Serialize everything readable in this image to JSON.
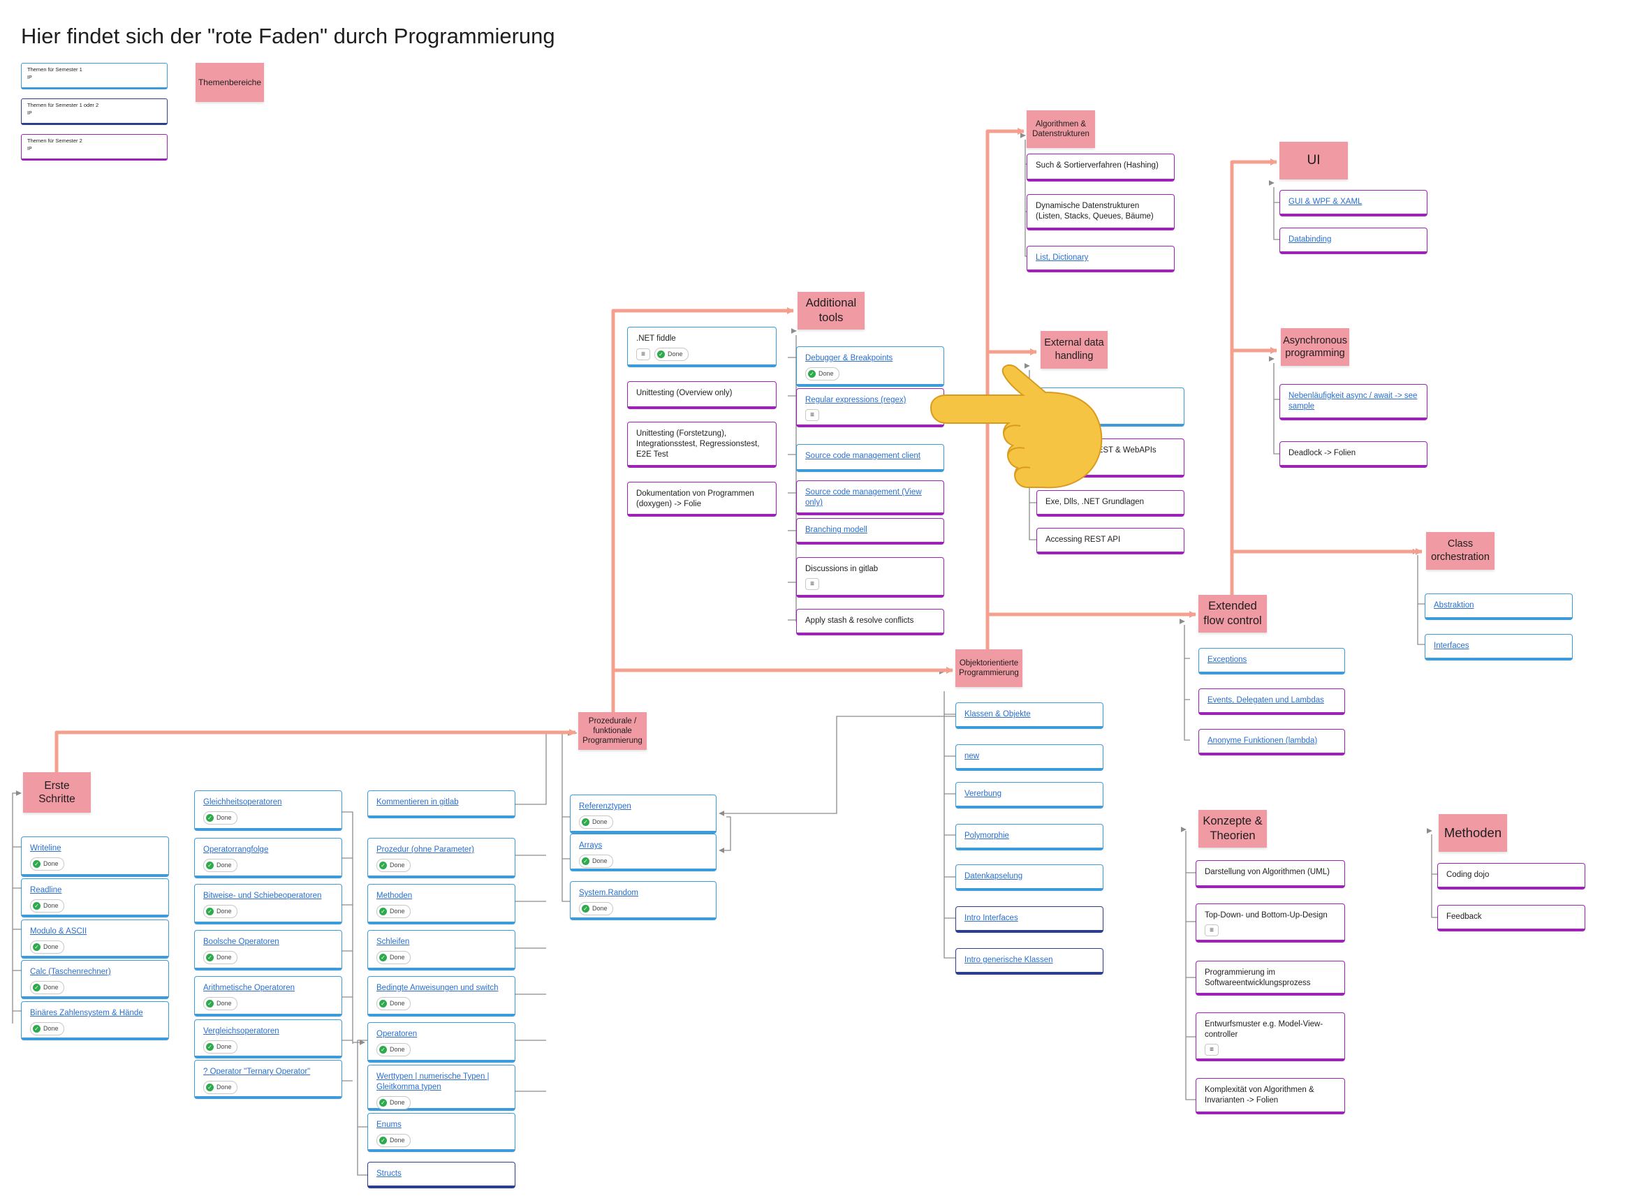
{
  "title": "Hier findet sich der \"rote Faden\" durch Programmierung",
  "legend": {
    "items": [
      {
        "label": "Themen für Semester 1",
        "sub": "IP"
      },
      {
        "label": "Themen für Semester 1 oder 2",
        "sub": "IP"
      },
      {
        "label": "Themen für Semester 2",
        "sub": "IP"
      }
    ],
    "sticky": "Themenbereiche"
  },
  "colors": {
    "sticky": "#f09aa3",
    "flow": "#f4a08f",
    "connector": "#8c8c8c",
    "semester1": "#3d9bd9",
    "semester1or2": "#2e3e8f",
    "semester2": "#9b23b5"
  },
  "status_done": "Done",
  "stickies": {
    "erste": "Erste Schritte",
    "prozedural": "Prozedurale / funktionale Programmierung",
    "tools": "Additional tools",
    "algo": "Algorithmen & Datenstrukturen",
    "external": "External data handling",
    "oop": "Objektorientierte Programmierung",
    "ui": "UI",
    "async": "Asynchronous programming",
    "extended": "Extended flow control",
    "class": "Class orchestration",
    "konzepte": "Konzepte & Theorien",
    "methoden": "Methoden"
  },
  "cards": {
    "writeline": "Writeline",
    "readline": "Readline",
    "modulo": "Modulo & ASCII",
    "calc": "Calc (Taschenrechner)",
    "binaer": "Binäres Zahlensystem & Hände",
    "gleich": "Gleichheitsoperatoren",
    "opfolge": "Operatorrangfolge",
    "bitweise": "Bitweise- und Schiebeoperatoren",
    "boolsche": "Boolsche Operatoren",
    "arith": "Arithmetische Operatoren",
    "vergleich": "Vergleichsoperatoren",
    "ternary": "? Operator \"Ternary Operator\"",
    "kommentieren": "Kommentieren in gitlab",
    "prozedur": "Prozedur (ohne Parameter)",
    "methoden": "Methoden",
    "schleifen": "Schleifen",
    "bedingte": "Bedingte Anweisungen und switch",
    "operatoren": "Operatoren",
    "werttypen": "Werttypen | numerische Typen | Gleitkomma typen",
    "enums": "Enums",
    "structs": "Structs",
    "referenz": "Referenztypen",
    "arrays": "Arrays",
    "random": "System.Random",
    "netfiddle": ".NET fiddle",
    "unit1": "Unittesting (Overview only)",
    "unit2": "Unittesting (Forstetzung), Integrationsstest, Regressionstest, E2E Test",
    "doku": "Dokumentation von Programmen (doxygen) -> Folie",
    "debugger": "Debugger & Breakpoints",
    "regex": "Regular expressions (regex)",
    "scmclient": "Source code management client",
    "scmview": "Source code management (View only)",
    "branching": "Branching modell",
    "discussions": "Discussions in gitlab",
    "stash": "Apply stash & resolve conflicts",
    "such": "Such & Sortierverfahren (Hashing)",
    "dynamisch": "Dynamische Datenstrukturen (Listen, Stacks, Queues, Bäume)",
    "list": "List, Dictionary",
    "dateien": "en",
    "rest": ", REST & WebAPIs",
    "exe": "Exe, Dlls, .NET Grundlagen",
    "accessing": "Accessing REST API",
    "klassen": "Klassen & Objekte",
    "new": "new",
    "vererbung": "Vererbung",
    "polymorphie": "Polymorphie",
    "kapselung": "Datenkapselung",
    "intro_if": "Intro Interfaces",
    "intro_gen": "Intro generische Klassen",
    "gui": "GUI & WPF & XAML",
    "databinding": "Databinding",
    "nebenl": "Nebenläufigkeit async / await -> see sample",
    "deadlock": "Deadlock -> Folien",
    "abstraktion": "Abstraktion",
    "interfaces": "Interfaces",
    "exceptions": "Exceptions",
    "events": "Events, Delegaten und Lambdas",
    "anonyme": "Anonyme Funktionen (lambda)",
    "uml": "Darstellung von Algorithmen (UML)",
    "topdown": "Top-Down- und Bottom-Up-Design",
    "swprozess": "Programmierung im Softwareentwicklungsprozess",
    "entwurf": "Entwurfsmuster e.g. Model-View-controller",
    "komplex": "Komplexität von Algorithmen & Invarianten -> Folien",
    "dojo": "Coding dojo",
    "feedback": "Feedback"
  }
}
